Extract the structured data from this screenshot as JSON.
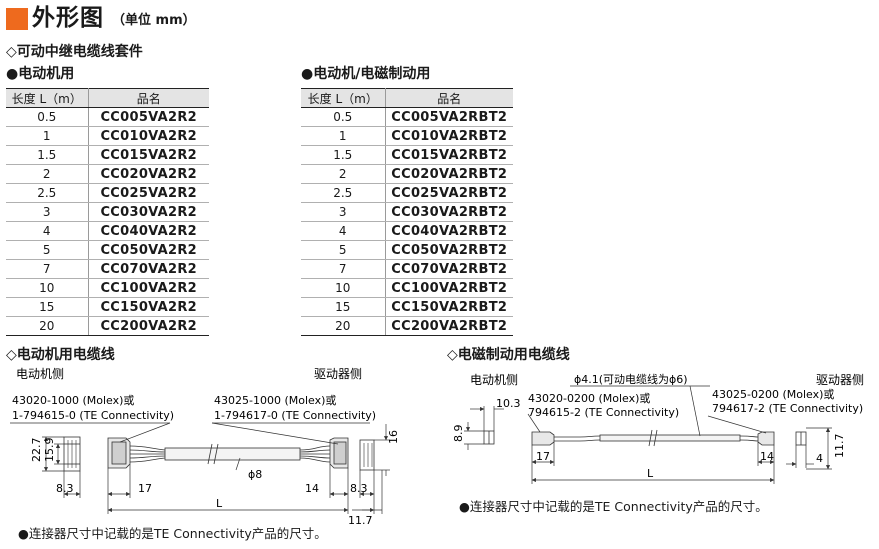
{
  "header": {
    "title": "外形图",
    "unit": "（单位 mm）",
    "accent": "#ee6a1e"
  },
  "kit": {
    "title": "◇可动中继电缆线套件",
    "motor": {
      "title": "●电动机用",
      "col_length": "长度 L（m）",
      "col_name": "品名",
      "rows": [
        {
          "length": "0.5",
          "name": "CC005VA2R2"
        },
        {
          "length": "1",
          "name": "CC010VA2R2"
        },
        {
          "length": "1.5",
          "name": "CC015VA2R2"
        },
        {
          "length": "2",
          "name": "CC020VA2R2"
        },
        {
          "length": "2.5",
          "name": "CC025VA2R2"
        },
        {
          "length": "3",
          "name": "CC030VA2R2"
        },
        {
          "length": "4",
          "name": "CC040VA2R2"
        },
        {
          "length": "5",
          "name": "CC050VA2R2"
        },
        {
          "length": "7",
          "name": "CC070VA2R2"
        },
        {
          "length": "10",
          "name": "CC100VA2R2"
        },
        {
          "length": "15",
          "name": "CC150VA2R2"
        },
        {
          "length": "20",
          "name": "CC200VA2R2"
        }
      ]
    },
    "brake": {
      "title": "●电动机/电磁制动用",
      "col_length": "长度 L（m）",
      "col_name": "品名",
      "rows": [
        {
          "length": "0.5",
          "name": "CC005VA2RBT2"
        },
        {
          "length": "1",
          "name": "CC010VA2RBT2"
        },
        {
          "length": "1.5",
          "name": "CC015VA2RBT2"
        },
        {
          "length": "2",
          "name": "CC020VA2RBT2"
        },
        {
          "length": "2.5",
          "name": "CC025VA2RBT2"
        },
        {
          "length": "3",
          "name": "CC030VA2RBT2"
        },
        {
          "length": "4",
          "name": "CC040VA2RBT2"
        },
        {
          "length": "5",
          "name": "CC050VA2RBT2"
        },
        {
          "length": "7",
          "name": "CC070VA2RBT2"
        },
        {
          "length": "10",
          "name": "CC100VA2RBT2"
        },
        {
          "length": "15",
          "name": "CC150VA2RBT2"
        },
        {
          "length": "20",
          "name": "CC200VA2RBT2"
        }
      ]
    }
  },
  "motor_cable": {
    "title": "◇电动机用电缆线",
    "motor_side": "电动机侧",
    "driver_side": "驱动器侧",
    "left_part_1": "43020-1000 (Molex)或",
    "left_part_2": "1-794615-0 (TE Connectivity)",
    "right_part_1": "43025-1000 (Molex)或",
    "right_part_2": "1-794617-0 (TE Connectivity)",
    "dims": {
      "d22_7": "22.7",
      "d15_9": "15.9",
      "d8_3_left": "8.3",
      "d17": "17",
      "phi8": "ϕ8",
      "L": "L",
      "d14": "14",
      "d8_3_right": "8.3",
      "d11_7": "11.7",
      "d16": "16"
    },
    "note": "●连接器尺寸中记载的是TE Connectivity产品的尺寸。"
  },
  "brake_cable": {
    "title": "◇电磁制动用电缆线",
    "motor_side": "电动机侧",
    "driver_side": "驱动器侧",
    "diameter_note": "ϕ4.1(可动电缆线为ϕ6)",
    "left_part_1": "43020-0200 (Molex)或",
    "left_part_2": "794615-2 (TE Connectivity)",
    "right_part_1": "43025-0200 (Molex)或",
    "right_part_2": "794617-2 (TE Connectivity)",
    "dims": {
      "d10_3": "10.3",
      "d8_9": "8.9",
      "d17": "17",
      "L": "L",
      "d14": "14",
      "d4": "4",
      "d11_7": "11.7"
    },
    "note": "●连接器尺寸中记载的是TE Connectivity产品的尺寸。"
  }
}
